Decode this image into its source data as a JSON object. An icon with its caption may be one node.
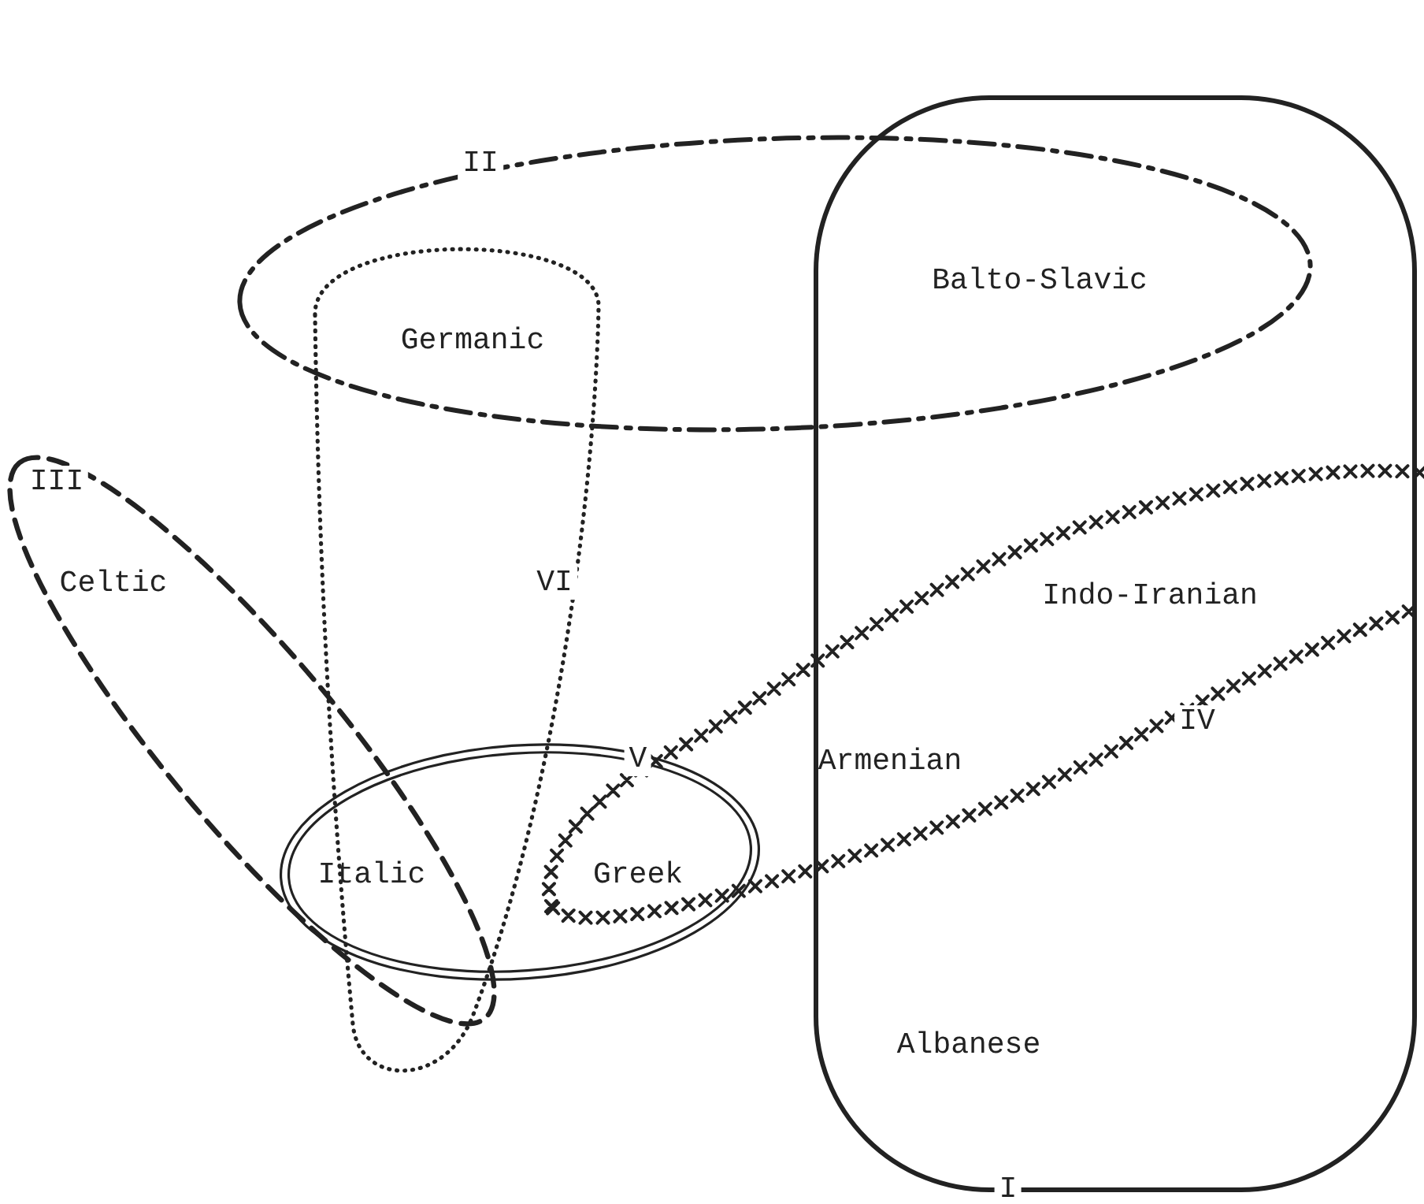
{
  "diagram": {
    "nodes": [
      {
        "text": [
          "I"
        ]
      },
      {
        "text": [
          "II"
        ]
      },
      {
        "text": [
          "III"
        ]
      },
      {
        "text": [
          "IV"
        ]
      },
      {
        "text": [
          "V"
        ]
      },
      {
        "text": [
          "VI"
        ]
      }
    ],
    "labels": [
      "Balto-Slavic",
      "Germanic",
      "Celtic",
      "Indo-Iranian",
      "Armenian",
      "Italic",
      "Greek",
      "Albanese"
    ]
  }
}
